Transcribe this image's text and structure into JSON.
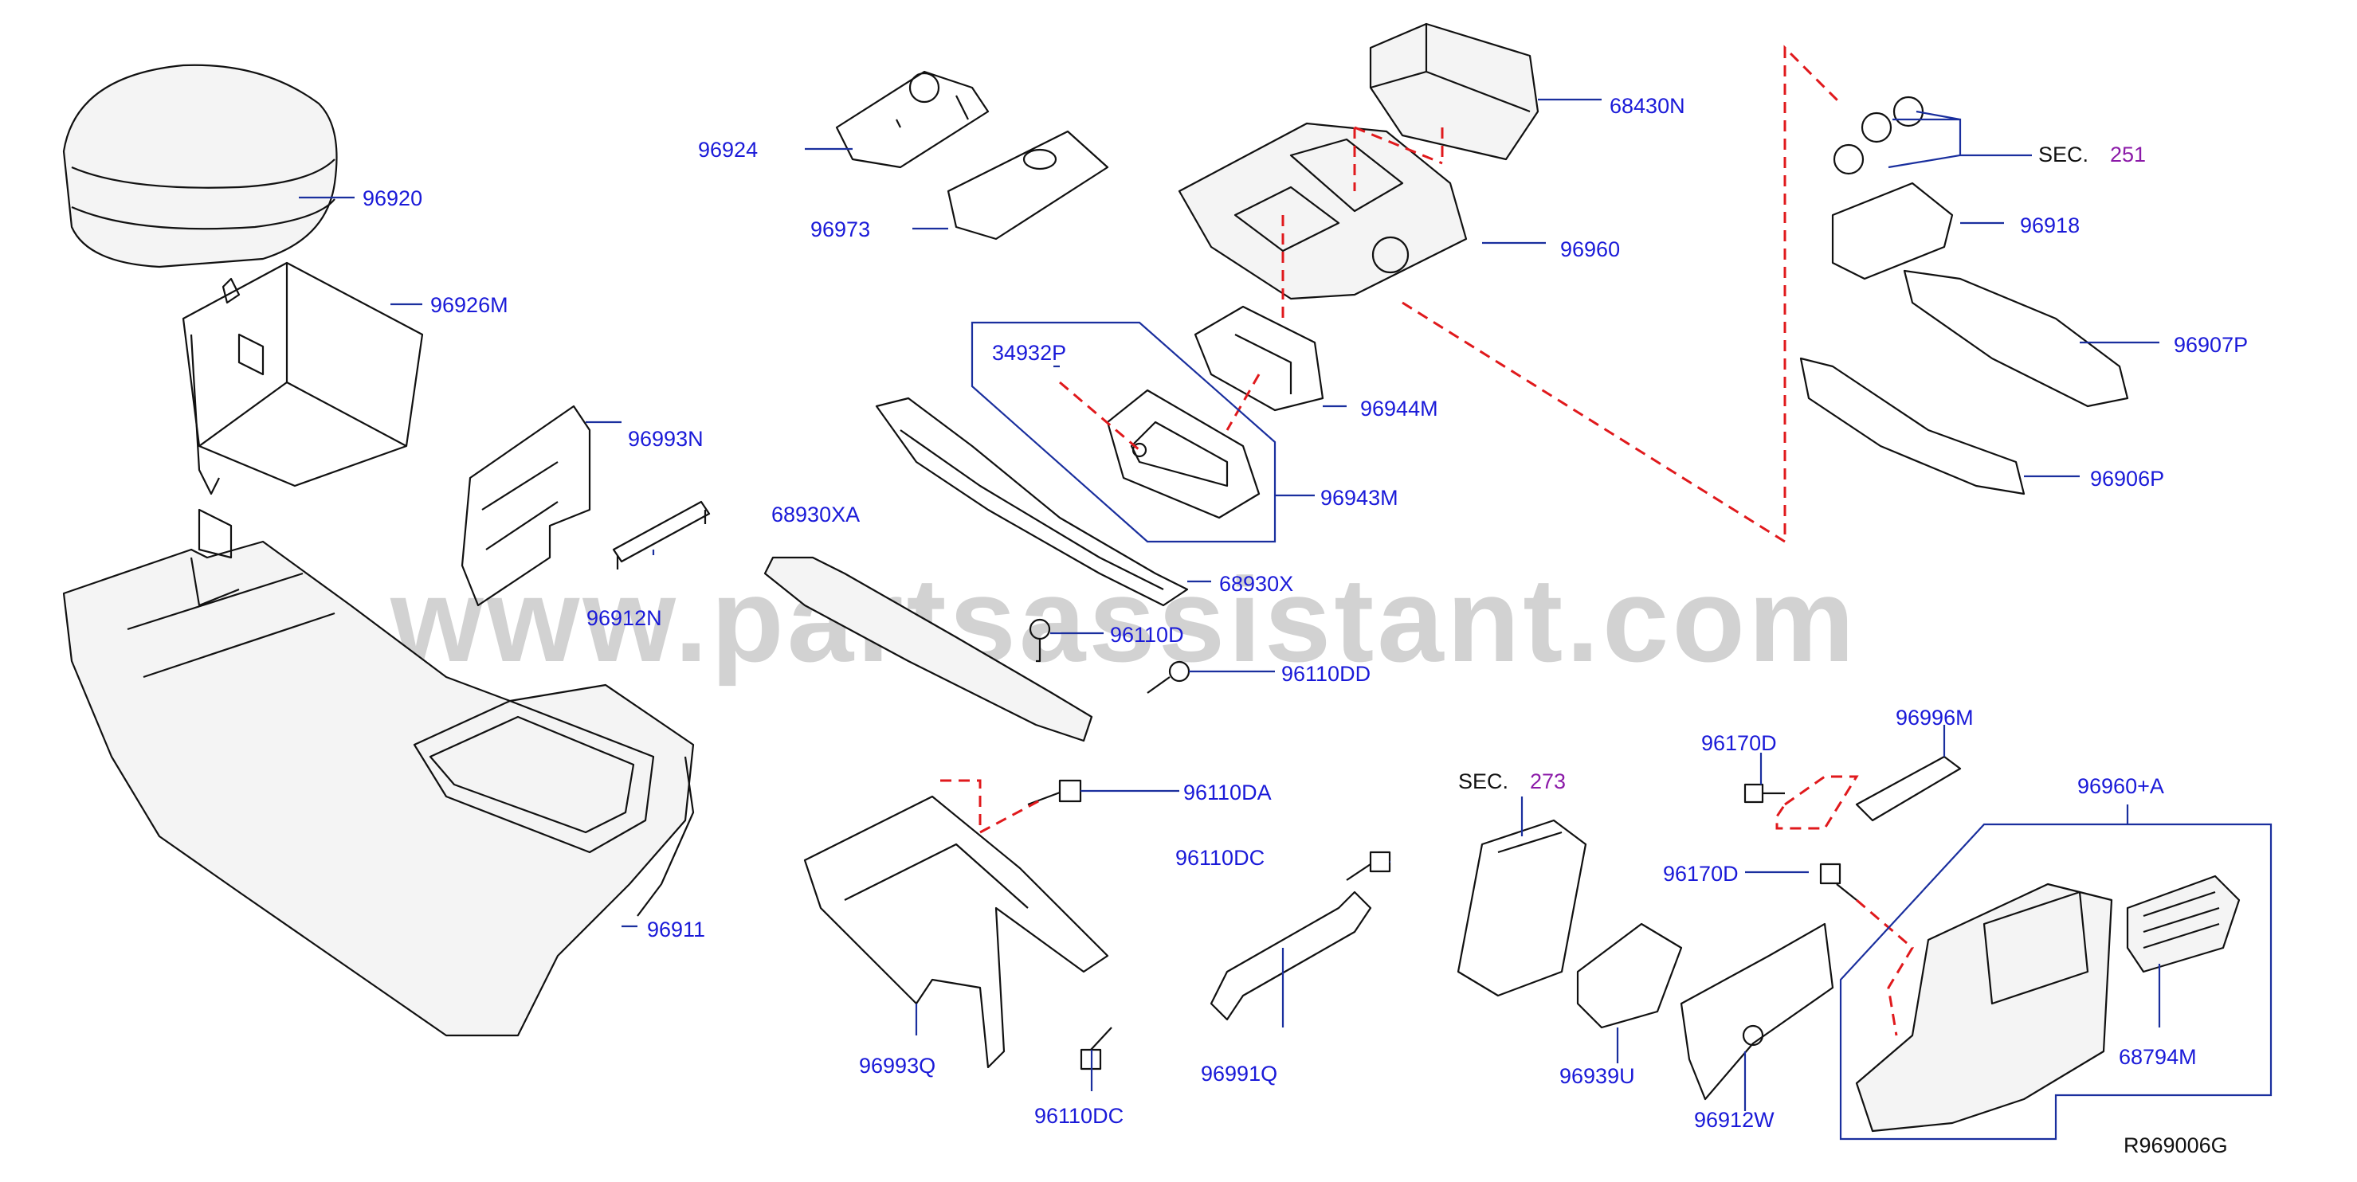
{
  "watermark": "www.partsassistant.com",
  "diagram_code": "R969006G",
  "colors": {
    "label": "#1a1ad8",
    "leader": "#1a2f9e",
    "section_ref": "#8b1aa8",
    "phantom_line": "#e0191c",
    "part_outline": "#111111"
  },
  "parts": {
    "p96920": "96920",
    "p96926M": "96926M",
    "p96993N": "96993N",
    "p96912N": "96912N",
    "p96911": "96911",
    "p96924": "96924",
    "p96973": "96973",
    "p68430N": "68430N",
    "p96960": "96960",
    "p34932P": "34932P",
    "p96944M": "96944M",
    "p96943M": "96943M",
    "p68930XA": "68930XA",
    "p68930X": "68930X",
    "p96110D": "96110D",
    "p96110DD": "96110DD",
    "p96110DA": "96110DA",
    "p96110DC_a": "96110DC",
    "p96110DC_b": "96110DC",
    "p96993Q": "96993Q",
    "p96991Q": "96991Q",
    "p96918": "96918",
    "p96907P": "96907P",
    "p96906P": "96906P",
    "p96170D_a": "96170D",
    "p96996M": "96996M",
    "p96170D_b": "96170D",
    "p96960A": "96960+A",
    "p96939U": "96939U",
    "p96912W": "96912W",
    "p68794M": "68794M"
  },
  "section_refs": {
    "sec251": {
      "prefix": "SEC.",
      "number": "251"
    },
    "sec273": {
      "prefix": "SEC.",
      "number": "273"
    }
  }
}
